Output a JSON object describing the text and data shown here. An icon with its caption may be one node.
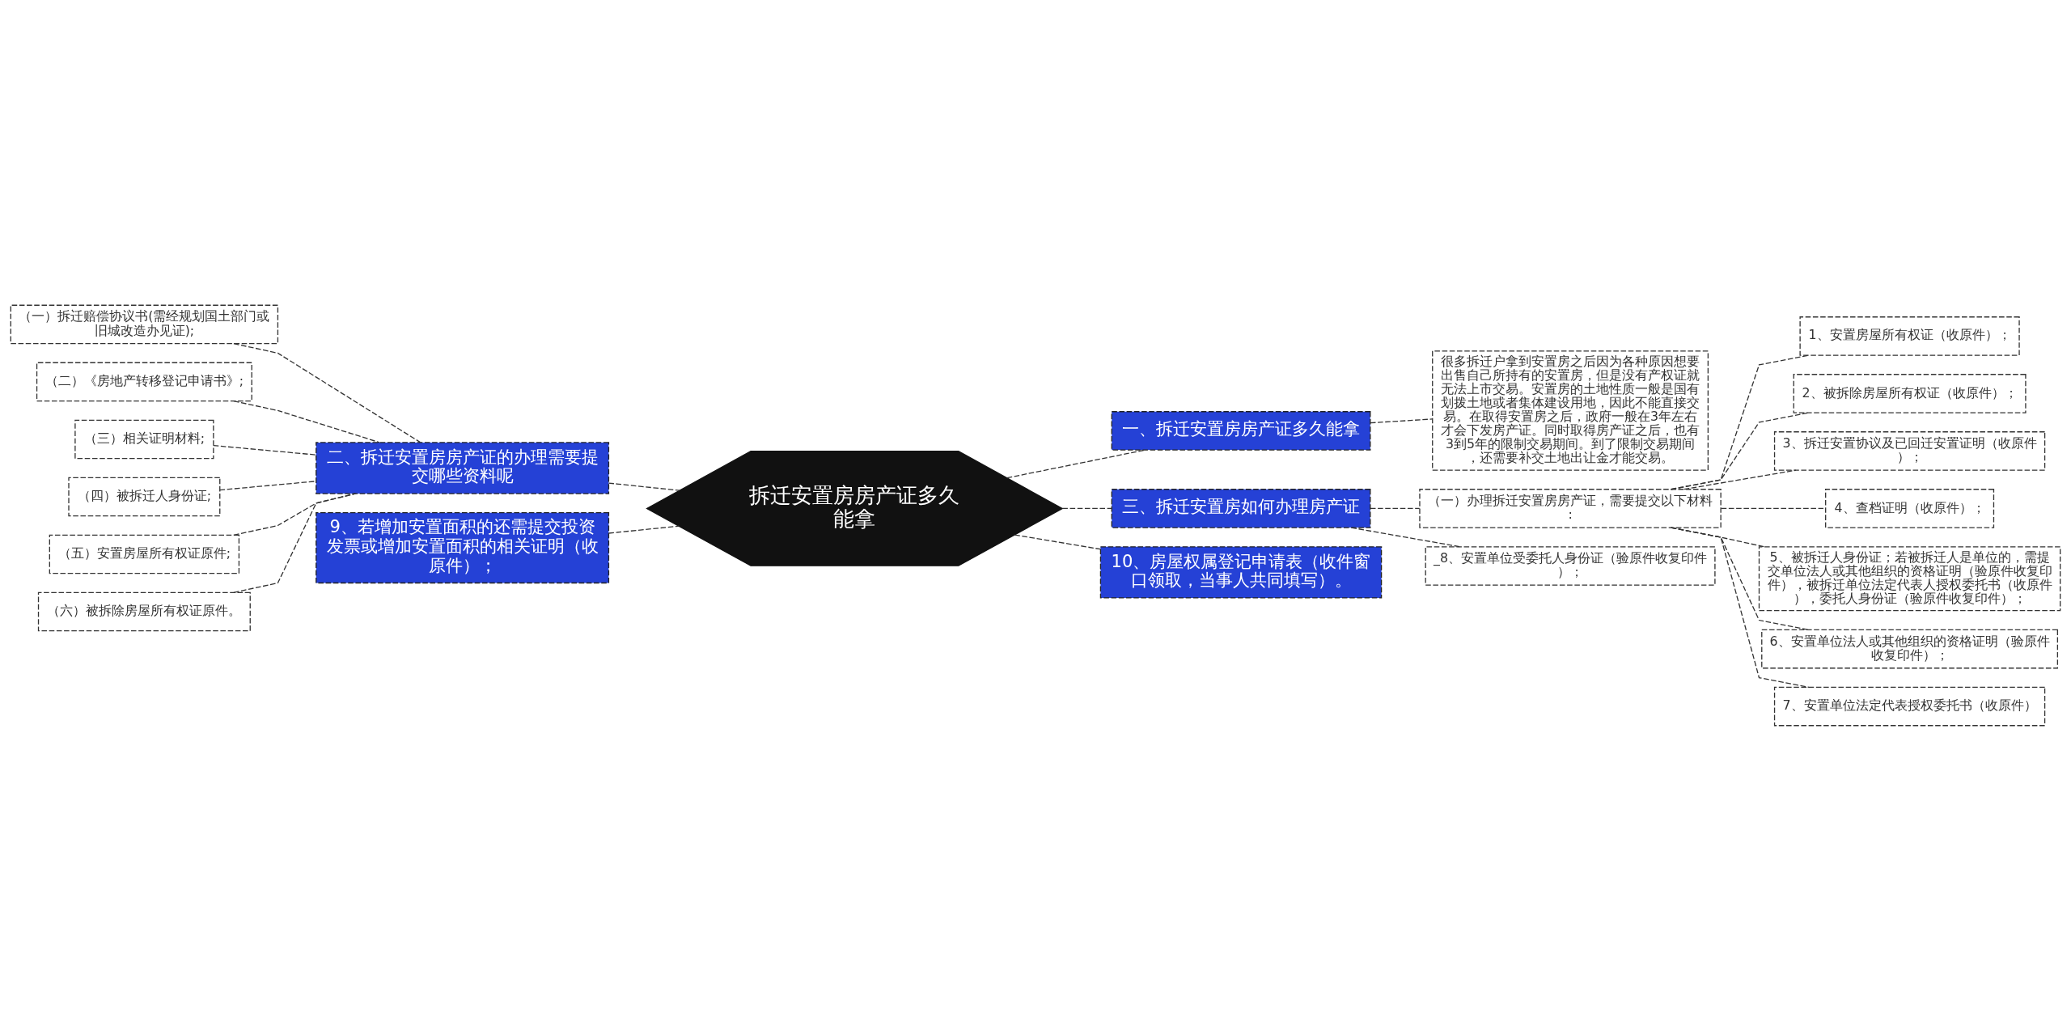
{
  "diagram": {
    "nodes": [
      {
        "text": [
          "拆迁安置房房产证多久能拿"
        ]
      },
      {
        "text": [
          "一、拆迁安置房房产证多久能拿"
        ]
      },
      {
        "text": [
          "很多拆迁户拿到安置房之后因为各种原因想要出售自己所持有的安置房，但是没有产权证就无法上市交易。安置房的土地性质一般是国有划拨土地或者集体建设用地，因此不能直接交易。在取得安置房之后，政府一般在3年左右才会下发房产证。同时取得房产证之后，也有3到5年的限制交易期间。到了限制交易期间，还需要补交土地出让金才能交易。"
        ]
      },
      {
        "text": [
          "三、拆迁安置房如何办理房产证"
        ]
      },
      {
        "text": [
          "（一）办理拆迁安置房房产证，需要提交以下材料:"
        ]
      },
      {
        "text": [
          "1、安置房屋所有权证（收原件）；"
        ]
      },
      {
        "text": [
          "2、被拆除房屋所有权证（收原件）；"
        ]
      },
      {
        "text": [
          "3、拆迁安置协议及已回迁安置证明（收原件）；"
        ]
      },
      {
        "text": [
          "4、查档证明（收原件）；"
        ]
      },
      {
        "text": [
          "5、被拆迁人身份证；若被拆迁人是单位的，需提交单位法人或其他组织的资格证明（验原件收复印件），被拆迁单位法定代表人授权委托书（收原件），委托人身份证（验原件收复印件）；"
        ]
      },
      {
        "text": [
          "6、安置单位法人或其他组织的资格证明（验原件收复印件）；"
        ]
      },
      {
        "text": [
          "7、安置单位法定代表授权委托书（收原件）"
        ]
      },
      {
        "text": [
          "_8、安置单位受委托人身份证（验原件收复印件）；"
        ]
      },
      {
        "text": [
          "10、房屋权属登记申请表（收件窗口领取，当事人共同填写）。"
        ]
      },
      {
        "text": [
          "二、拆迁安置房房产证的办理需要提交哪些资料呢"
        ]
      },
      {
        "text": [
          "（一）拆迁赔偿协议书(需经规划国土部门或旧城改造办见证);"
        ]
      },
      {
        "text": [
          "（二）《房地产转移登记申请书》;"
        ]
      },
      {
        "text": [
          "（三）相关证明材料;"
        ]
      },
      {
        "text": [
          "（四）被拆迁人身份证;"
        ]
      },
      {
        "text": [
          "（五）安置房屋所有权证原件;"
        ]
      },
      {
        "text": [
          "（六）被拆除房屋所有权证原件。"
        ]
      },
      {
        "text": [
          "9、若增加安置面积的还需提交投资发票或增加安置面积的相关证明（收原件）；"
        ]
      }
    ],
    "edges": [
      {
        "from": 0,
        "to": 1,
        "arrow": "none",
        "style": "dashed"
      },
      {
        "from": 1,
        "to": 2,
        "arrow": "none",
        "style": "dashed"
      },
      {
        "from": 0,
        "to": 3,
        "arrow": "none",
        "style": "dashed"
      },
      {
        "from": 3,
        "to": 4,
        "arrow": "none",
        "style": "dashed"
      },
      {
        "from": 4,
        "to": 5,
        "arrow": "none",
        "style": "dashed"
      },
      {
        "from": 4,
        "to": 6,
        "arrow": "none",
        "style": "dashed"
      },
      {
        "from": 4,
        "to": 7,
        "arrow": "none",
        "style": "dashed"
      },
      {
        "from": 4,
        "to": 8,
        "arrow": "none",
        "style": "dashed"
      },
      {
        "from": 4,
        "to": 9,
        "arrow": "none",
        "style": "dashed"
      },
      {
        "from": 4,
        "to": 10,
        "arrow": "none",
        "style": "dashed"
      },
      {
        "from": 4,
        "to": 11,
        "arrow": "none",
        "style": "dashed"
      },
      {
        "from": 3,
        "to": 12,
        "arrow": "none",
        "style": "dashed"
      },
      {
        "from": 0,
        "to": 13,
        "arrow": "none",
        "style": "dashed"
      },
      {
        "from": 0,
        "to": 14,
        "arrow": "none",
        "style": "dashed"
      },
      {
        "from": 14,
        "to": 15,
        "arrow": "none",
        "style": "dashed"
      },
      {
        "from": 14,
        "to": 16,
        "arrow": "none",
        "style": "dashed"
      },
      {
        "from": 14,
        "to": 17,
        "arrow": "none",
        "style": "dashed"
      },
      {
        "from": 14,
        "to": 18,
        "arrow": "none",
        "style": "dashed"
      },
      {
        "from": 14,
        "to": 19,
        "arrow": "none",
        "style": "dashed"
      },
      {
        "from": 14,
        "to": 20,
        "arrow": "none",
        "style": "dashed"
      },
      {
        "from": 0,
        "to": 21,
        "arrow": "none",
        "style": "dashed"
      }
    ]
  }
}
